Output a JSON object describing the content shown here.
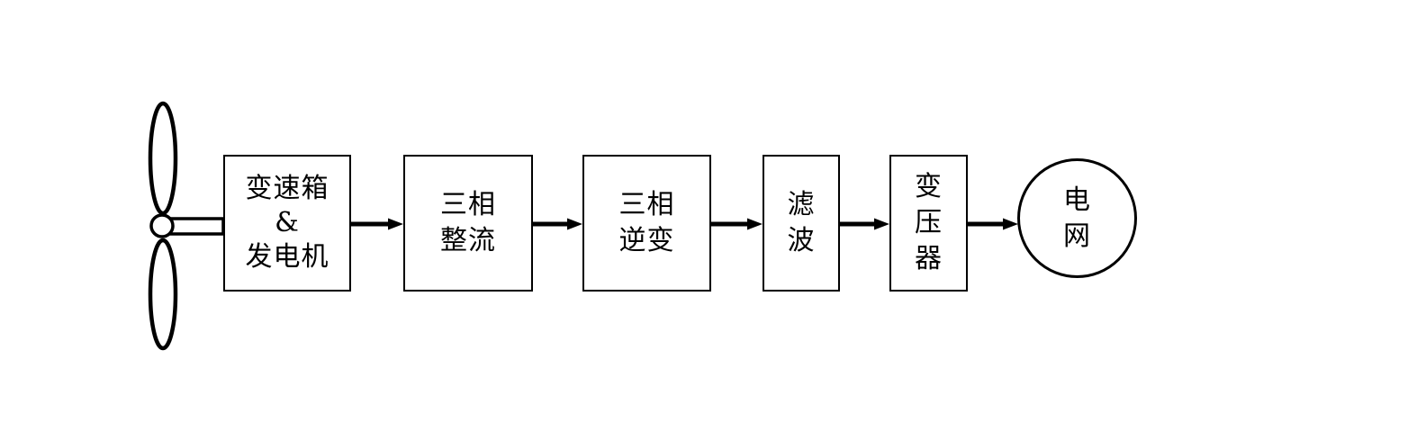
{
  "diagram": {
    "background": "#ffffff",
    "stroke_color": "#000000",
    "nodes": [
      {
        "id": "wind-turbine",
        "shape": "icon",
        "label": ""
      },
      {
        "id": "gearbox-generator",
        "shape": "rect",
        "label": "变速箱\n&\n发电机"
      },
      {
        "id": "three-phase-rectifier",
        "shape": "rect",
        "label": "三相\n整流"
      },
      {
        "id": "three-phase-inverter",
        "shape": "rect",
        "label": "三相\n逆变"
      },
      {
        "id": "filter",
        "shape": "rect",
        "label": "滤\n波"
      },
      {
        "id": "transformer",
        "shape": "rect",
        "label": "变\n压\n器"
      },
      {
        "id": "power-grid",
        "shape": "circle",
        "label": "电\n网"
      }
    ],
    "flow": [
      "wind-turbine",
      "gearbox-generator",
      "three-phase-rectifier",
      "three-phase-inverter",
      "filter",
      "transformer",
      "power-grid"
    ]
  }
}
